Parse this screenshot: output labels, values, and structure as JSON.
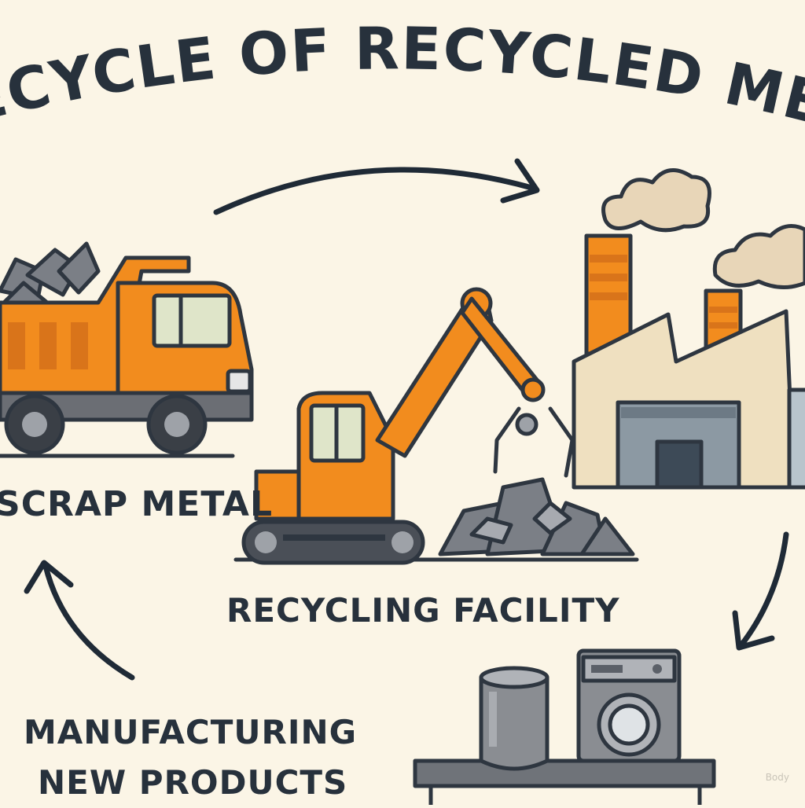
{
  "title": "LIFECYCLE OF RECYCLED METAL",
  "stages": {
    "scrap_metal": "SCRAP METAL",
    "recycling_facility": "RECYCLING FACILITY",
    "manufacturing_line1": "MANUFACTURING",
    "manufacturing_line2": "NEW PRODUCTS"
  },
  "watermark": "Body",
  "colors": {
    "background": "#fbf5e6",
    "machine_orange": "#f28c1e",
    "outline": "#2e3640",
    "factory_wall": "#efe0c0",
    "metal_gray": "#8a8d92",
    "smoke": "#e8d6b8"
  }
}
